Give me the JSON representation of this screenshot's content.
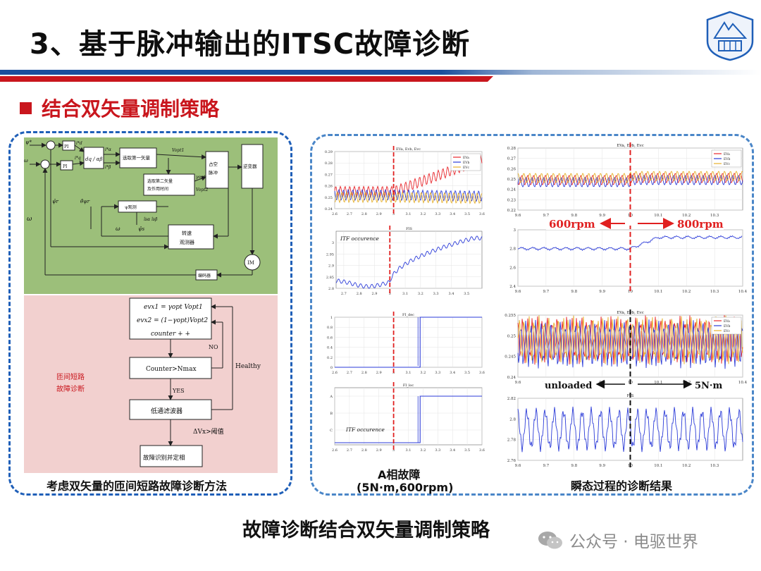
{
  "header": {
    "title": "3、基于脉冲输出的ITSC故障诊断",
    "section": "结合双矢量调制策略",
    "colors": {
      "red": "#c9161d",
      "blue": "#1f5fb8",
      "band": "#1a4e9c"
    }
  },
  "logo": {
    "icon": "university-seal-icon"
  },
  "left_panel": {
    "caption": "考虑双矢量的匝间短路故障诊断方法",
    "block": {
      "inputs": [
        "ψ*",
        "ω",
        "ω"
      ],
      "pi1": "PI",
      "pi2": "PI",
      "dq": "dq / αβ",
      "i_d": "i*d",
      "i_q": "i*q",
      "ialpha": "i*α",
      "ibeta": "i*β",
      "select_first": "选取第一矢量",
      "vopt1": "Vopt1",
      "select_second": "选取第二矢量\n及作用时间",
      "gamma": "γopt",
      "vopt2": "Vopt2",
      "switch_cmd": "占空\n脉冲",
      "inverter": "逆变器",
      "flux_obs": "ψ观测",
      "psi_est": "ψ̂r",
      "theta_est": "θ̂ψr",
      "i_ab": "îsα îsβ",
      "omega": "ω",
      "psi_s": "ψ̂s",
      "speed_obs": "转速\n观测器",
      "motor": "IM",
      "encoder": "编码器",
      "eq1": "evx1 = γopt Vopt1",
      "eq2": "evx2 = (1−γopt)Vopt2",
      "counter": "counter + +",
      "decision": "Counter>Nmax",
      "no": "NO",
      "yes": "YES",
      "healthy": "Healthy",
      "filter": "低通滤波器",
      "threshold": "ΔVx>阈值",
      "identify": "故障识别并定相",
      "diag_label": "匝间短路\n故障诊断"
    }
  },
  "middle_caption": {
    "line1": "A相故障",
    "line2": "(5N·m,600rpm)"
  },
  "right_caption": "瞬态过程的诊断结果",
  "annotations": {
    "rpm_left": "600rpm",
    "rpm_right": "800rpm",
    "unloaded": "unloaded",
    "loaded": "5N·m"
  },
  "chart_data": [
    {
      "type": "line",
      "title": "EVa, Evb, Evc",
      "x": [
        2.6,
        2.7,
        2.8,
        2.9,
        3.0,
        3.1,
        3.2,
        3.3,
        3.4,
        3.5,
        3.6
      ],
      "xlim": [
        2.6,
        3.6
      ],
      "ylim": [
        0.24,
        0.29
      ],
      "yticks": [
        0.24,
        0.25,
        0.26,
        0.27,
        0.28,
        0.29
      ],
      "legend": [
        "EVa",
        "EVb",
        "EVc"
      ],
      "legend_position": "top-right",
      "series": [
        {
          "name": "EVa",
          "color": "#e8262b",
          "base_before": 0.255,
          "base_after": 0.283
        },
        {
          "name": "EVb",
          "color": "#2b3bd8",
          "base_before": 0.252,
          "base_after": 0.251
        },
        {
          "name": "EVc",
          "color": "#e7b02b",
          "base_before": 0.25,
          "base_after": 0.249
        }
      ],
      "fault_time": 3.0
    },
    {
      "type": "line",
      "title": "FIS",
      "x": [
        2.7,
        2.8,
        2.9,
        3.0,
        3.1,
        3.2,
        3.3,
        3.4,
        3.5
      ],
      "xlim": [
        2.65,
        3.6
      ],
      "ylim": [
        2.8,
        3.05
      ],
      "yticks": [
        2.8,
        2.85,
        2.9,
        2.95,
        3.0
      ],
      "annotation": "ITF occurence",
      "series": [
        {
          "name": "FIS",
          "color": "#2b3bd8",
          "before": 2.82,
          "after": 3.02
        }
      ],
      "fault_time": 3.0
    },
    {
      "type": "line",
      "title": "FI_dec",
      "x": [
        2.6,
        2.7,
        2.8,
        2.9,
        3.0,
        3.1,
        3.2,
        3.3,
        3.4,
        3.5,
        3.6
      ],
      "xlim": [
        2.6,
        3.6
      ],
      "ylim": [
        0,
        1
      ],
      "yticks": [
        0,
        0.2,
        0.4,
        0.6,
        0.8,
        1
      ],
      "series": [
        {
          "name": "FI_dec",
          "color": "#2b3bd8",
          "step_time": 3.18,
          "before": 0,
          "after": 1
        }
      ],
      "fault_time": 3.0
    },
    {
      "type": "line",
      "title": "FI_loc",
      "x": [
        2.6,
        2.7,
        2.8,
        2.9,
        3.0,
        3.1,
        3.2,
        3.3,
        3.4,
        3.5,
        3.6
      ],
      "xlim": [
        2.6,
        3.6
      ],
      "yticks": [
        "A",
        "B",
        "C"
      ],
      "annotation": "ITF occurence",
      "series": [
        {
          "name": "FI_loc",
          "color": "#2b3bd8",
          "step_time": 3.18
        }
      ],
      "fault_time": 3.0
    },
    {
      "type": "line",
      "title": "EVa, Evb, Evc",
      "x": [
        9.6,
        9.7,
        9.8,
        9.9,
        10,
        10.1,
        10.2,
        10.3
      ],
      "xlim": [
        9.6,
        10.4
      ],
      "ylim": [
        0.22,
        0.28
      ],
      "yticks": [
        0.22,
        0.23,
        0.24,
        0.25,
        0.26,
        0.27,
        0.28
      ],
      "legend": [
        "EVa",
        "EVb",
        "EVc"
      ],
      "legend_position": "top-right",
      "series": [
        {
          "name": "EVa",
          "color": "#e8262b",
          "base": 0.249
        },
        {
          "name": "EVb",
          "color": "#2b3bd8",
          "base": 0.247
        },
        {
          "name": "EVc",
          "color": "#e7b02b",
          "base": 0.251
        }
      ],
      "transition_time": 10
    },
    {
      "type": "line",
      "title": "",
      "x": [
        9.6,
        9.7,
        9.8,
        9.9,
        10,
        10.1,
        10.2,
        10.3,
        10.4
      ],
      "xlim": [
        9.6,
        10.4
      ],
      "ylim": [
        2.4,
        3.0
      ],
      "yticks": [
        2.4,
        2.6,
        2.8,
        3
      ],
      "series": [
        {
          "name": "FIS",
          "color": "#2b3bd8",
          "before": 2.8,
          "after": 2.92
        }
      ],
      "transition_time": 10
    },
    {
      "type": "line",
      "title": "EVa, Evb, Evc",
      "x": [
        9.6,
        9.7,
        9.8,
        9.9,
        10,
        10.1,
        10.2,
        10.3,
        10.4
      ],
      "xlim": [
        9.6,
        10.4
      ],
      "ylim": [
        0.24,
        0.255
      ],
      "yticks": [
        0.24,
        0.245,
        0.25,
        0.255
      ],
      "legend": [
        "EVa",
        "EVb",
        "EVc"
      ],
      "legend_position": "top-right",
      "series": [
        {
          "name": "EVa",
          "color": "#e8262b",
          "base": 0.249
        },
        {
          "name": "EVb",
          "color": "#2b3bd8",
          "base": 0.248
        },
        {
          "name": "EVc",
          "color": "#e7b02b",
          "base": 0.249
        }
      ],
      "transition_time": 10
    },
    {
      "type": "line",
      "title": "FIS",
      "x": [
        9.6,
        9.7,
        9.8,
        9.9,
        10,
        10.1,
        10.2,
        10.3
      ],
      "xlim": [
        9.6,
        10.4
      ],
      "ylim": [
        2.76,
        2.82
      ],
      "yticks": [
        2.76,
        2.78,
        2.8,
        2.82
      ],
      "series": [
        {
          "name": "FIS",
          "color": "#2b3bd8",
          "base": 2.79
        }
      ],
      "transition_time": 10
    }
  ],
  "footer": {
    "title": "故障诊断结合双矢量调制策略",
    "watermark": "公众号 · 电驱世界",
    "watermark_icon": "wechat-icon"
  }
}
